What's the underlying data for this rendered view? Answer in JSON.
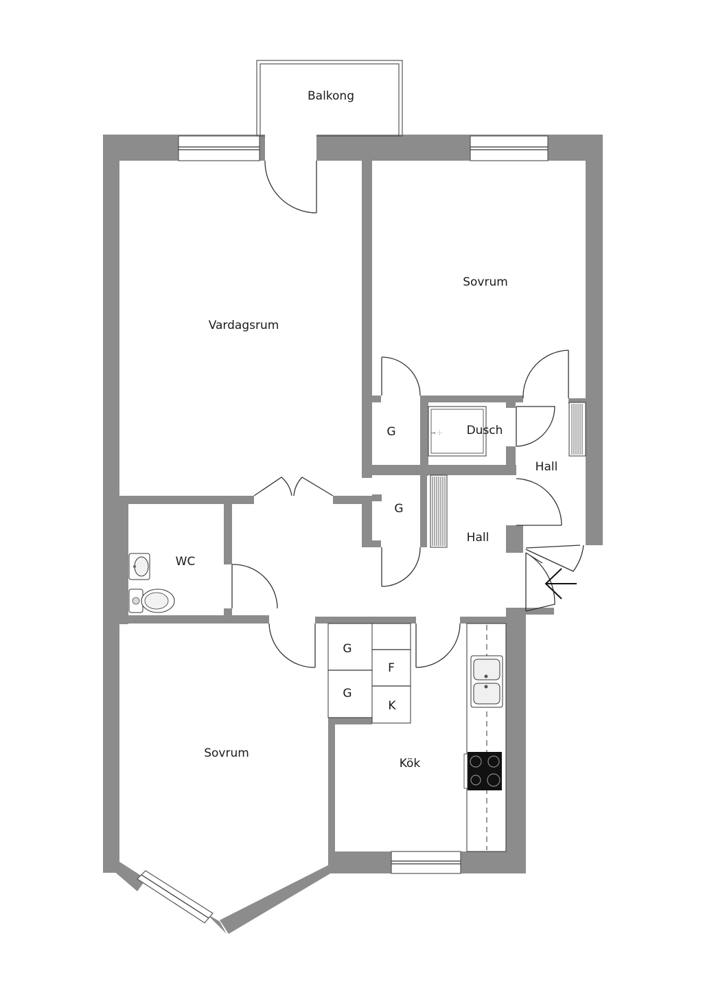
{
  "rooms": {
    "balkong": "Balkong",
    "vardagsrum": "Vardagsrum",
    "sovrum_top": "Sovrum",
    "sovrum_bottom": "Sovrum",
    "dusch": "Dusch",
    "hall_upper": "Hall",
    "hall_lower": "Hall",
    "wc": "WC",
    "kok": "Kök"
  },
  "closets": {
    "g_upper": "G",
    "g_middle": "G",
    "g_kitchen_1": "G",
    "g_kitchen_2": "G",
    "freezer": "F",
    "fridge": "K"
  },
  "icons": {
    "entrance": "entrance-arrow-icon",
    "sink": "sink-icon",
    "toilet": "toilet-icon",
    "kitchen_sink": "kitchen-sink-icon",
    "stove": "stove-icon",
    "radiator": "radiator-icon"
  },
  "colors": {
    "wall": "#8c8c8c",
    "line": "#333333",
    "background": "#ffffff"
  }
}
